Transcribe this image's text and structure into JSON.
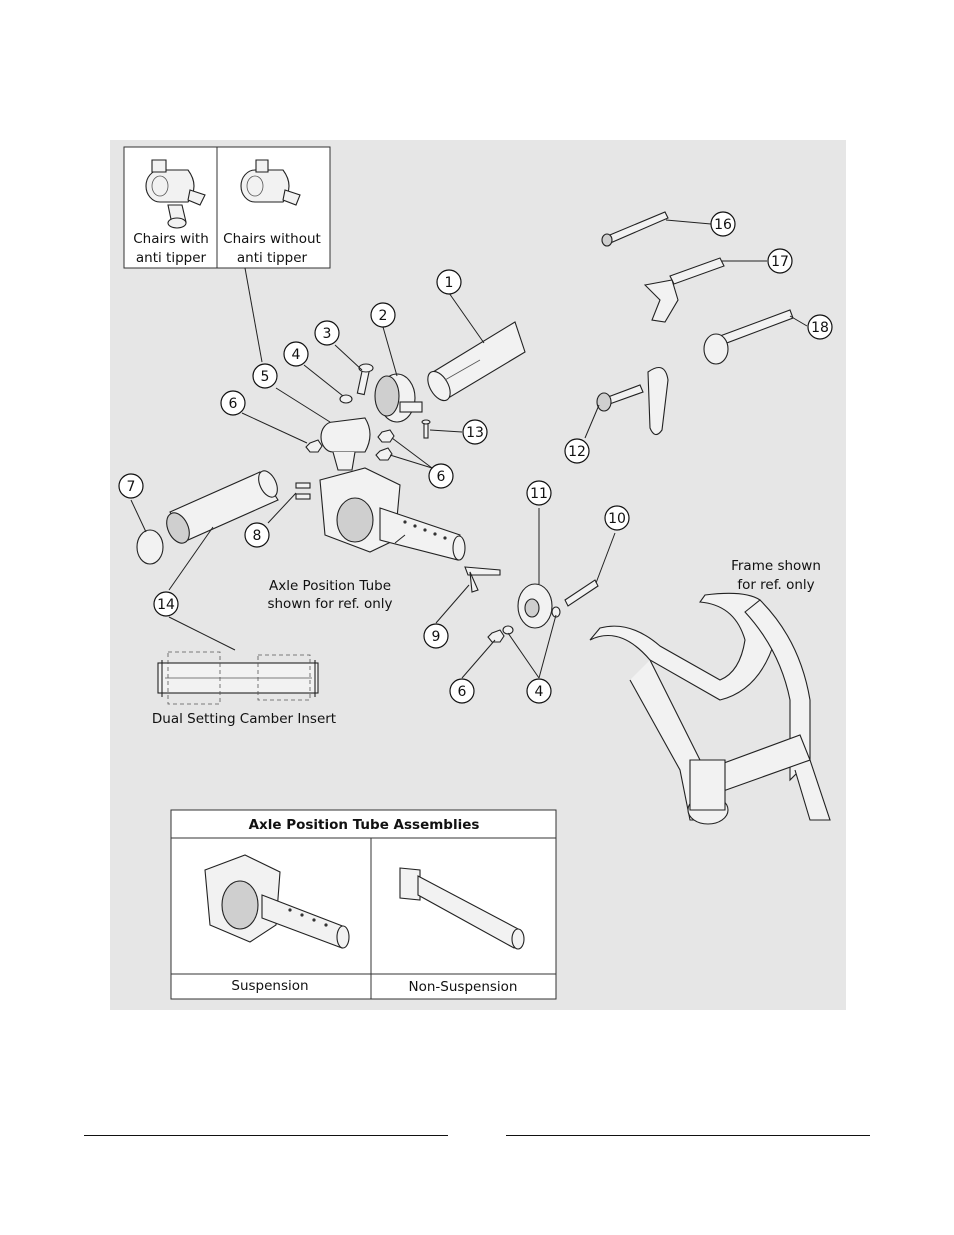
{
  "variant_box": {
    "left_caption_line1": "Chairs with",
    "left_caption_line2": "anti tipper",
    "right_caption_line1": "Chairs without",
    "right_caption_line2": "anti tipper"
  },
  "callouts": [
    "1",
    "2",
    "3",
    "4",
    "5",
    "6",
    "6",
    "7",
    "8",
    "9",
    "10",
    "11",
    "12",
    "13",
    "14",
    "16",
    "17",
    "18",
    "4",
    "6"
  ],
  "notes": {
    "axle_tube_line1": "Axle Position Tube",
    "axle_tube_line2": "shown for ref. only",
    "frame_line1": "Frame shown",
    "frame_line2": "for ref. only",
    "camber_insert": "Dual Setting Camber Insert"
  },
  "assemblies_table": {
    "title": "Axle Position Tube Assemblies",
    "left_label": "Suspension",
    "right_label": "Non-Suspension"
  }
}
